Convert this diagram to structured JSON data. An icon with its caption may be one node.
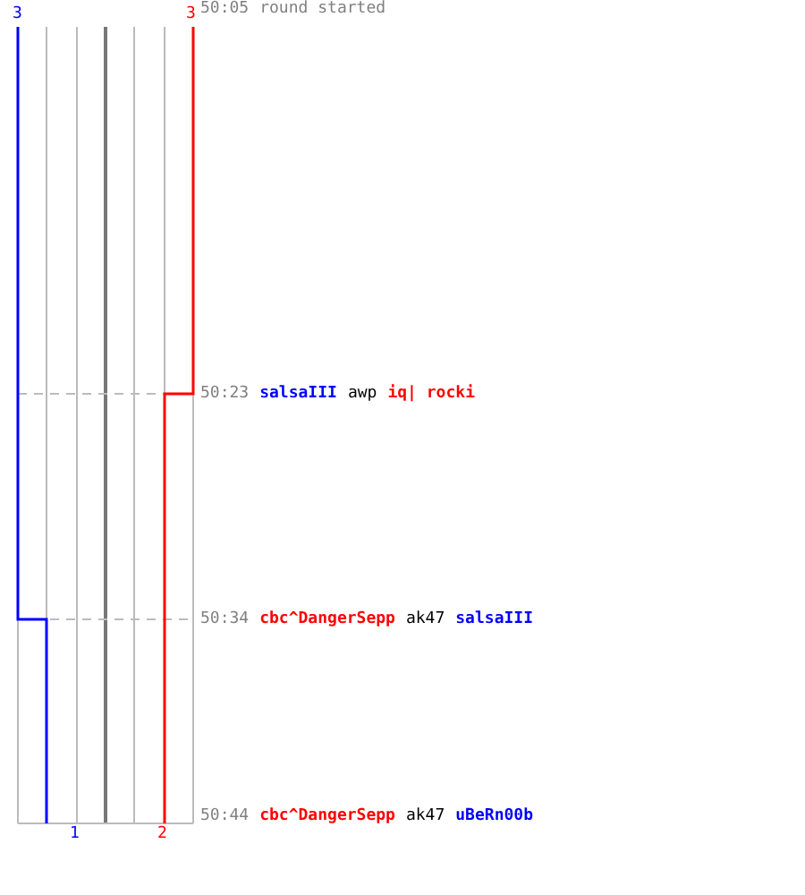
{
  "diagram": {
    "labels": [
      "3",
      "3",
      "50:05",
      "round started",
      "50:23",
      "salsaIII",
      "awp",
      "iq| rocki",
      "50:34",
      "cbc^DangerSepp",
      "ak47",
      "salsaIII",
      "50:44",
      "cbc^DangerSepp",
      "ak47",
      "uBeRn00b",
      "1",
      "2"
    ]
  }
}
